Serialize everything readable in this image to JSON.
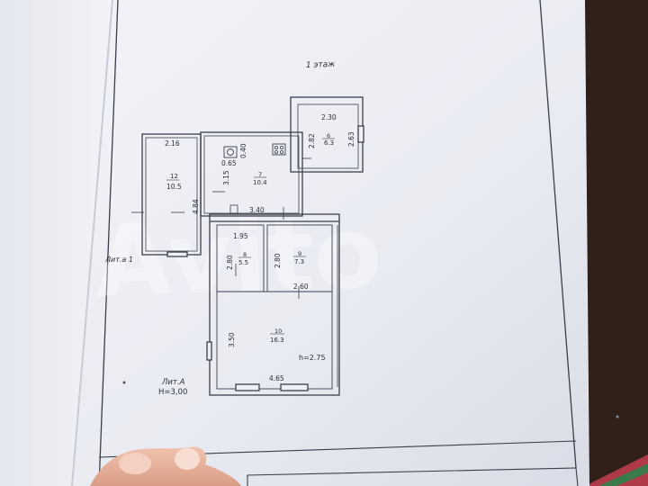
{
  "floor_title": "1 этаж",
  "watermark": "Avito",
  "rooms": {
    "r12": {
      "num": "12",
      "area": "10.5",
      "width": "2.16",
      "depth": "4.84"
    },
    "r7": {
      "num": "7",
      "area": "10.4",
      "d1": "0.65",
      "d2": "0.40",
      "d3": "3.15",
      "width": "3.40"
    },
    "r6": {
      "num": "6",
      "area": "6.3",
      "width": "2.30",
      "d1": "2.82",
      "d2": "2.63"
    },
    "r8": {
      "num": "8",
      "area": "5.5",
      "width": "1.95",
      "d1": "2.80",
      "d2": "2.80"
    },
    "r9": {
      "num": "9",
      "area": "7.3",
      "width": "2.60"
    },
    "r10": {
      "num": "10",
      "area": "16.3",
      "depth": "3.50",
      "width": "4.65",
      "height": "h=2.75"
    }
  },
  "lit_a1": "Лит.а 1",
  "lit_a": "Лит.А",
  "lit_a_height": "H=3,00",
  "colors": {
    "paper": "#eef0f6",
    "paper_shade": "#dfe2ea",
    "table": "#2a1d17",
    "line": "#3a3f4c"
  }
}
